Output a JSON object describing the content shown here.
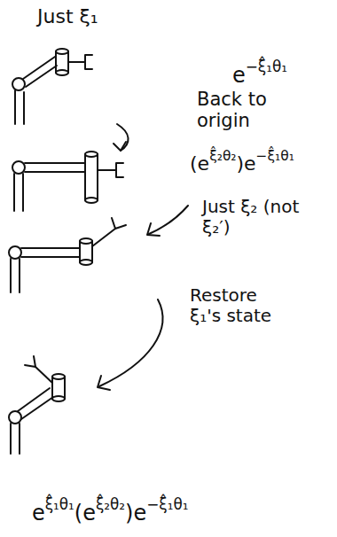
{
  "diagram": {
    "labels": [
      "Just ξ₁",
      "e−ξ̂₁θ₁",
      "Back to origin",
      "(eξ̂₂θ₂)e−ξ̂₁θ₁",
      "Just ξ₂ (not ξ₂′)",
      "Restore ξ₁'s state",
      "eξ̂₁θ₁(eξ̂₂θ₂)e−ξ̂₁θ₁"
    ]
  }
}
